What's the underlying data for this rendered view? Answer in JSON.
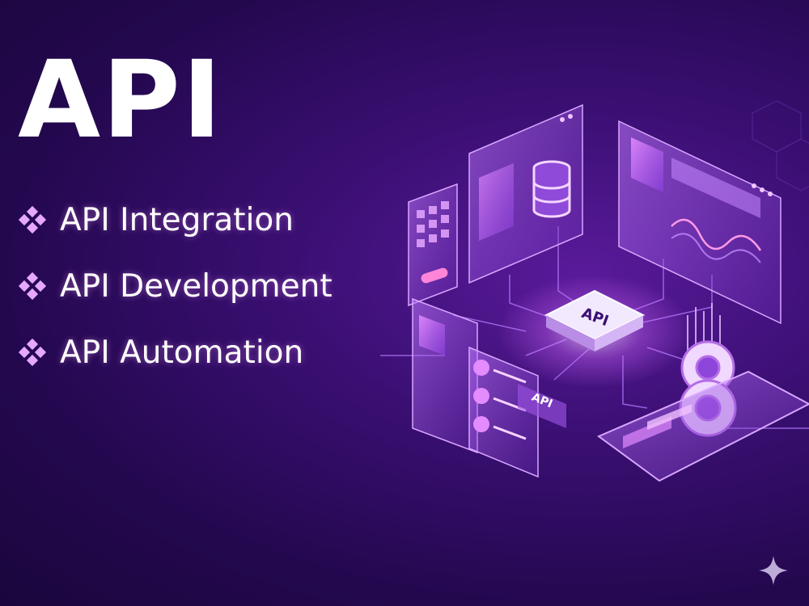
{
  "title": "API",
  "features": [
    {
      "label": "API Integration",
      "icon": "diamond-bullet-icon"
    },
    {
      "label": "API Development",
      "icon": "diamond-bullet-icon"
    },
    {
      "label": "API Automation",
      "icon": "diamond-bullet-icon"
    }
  ],
  "illustration": {
    "chip_label": "API",
    "panel_label": "API"
  },
  "colors": {
    "background": "#2a0a5e",
    "accent": "#d98cff",
    "glow": "#b45cff"
  }
}
